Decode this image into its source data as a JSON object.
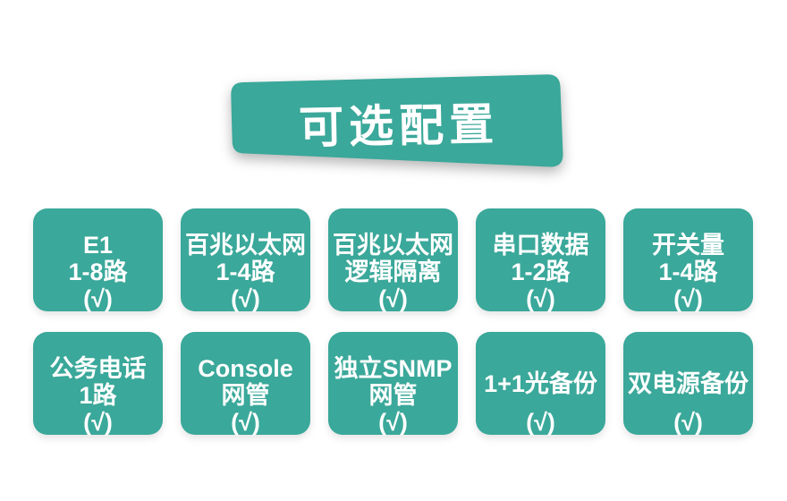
{
  "banner": {
    "title": "可选配置"
  },
  "theme": {
    "teal": "#3AA89A",
    "card_text": "#FFFFFF",
    "background": "#FFFFFF"
  },
  "cards": [
    {
      "id": "e1",
      "lines": [
        "E1",
        "1-8路",
        "(√)"
      ]
    },
    {
      "id": "fast-ethernet",
      "lines": [
        "百兆以太网",
        "1-4路",
        "(√)"
      ]
    },
    {
      "id": "fast-ethernet-isolation",
      "lines": [
        "百兆以太网",
        "逻辑隔离",
        "(√)"
      ]
    },
    {
      "id": "serial-data",
      "lines": [
        "串口数据",
        "1-2路",
        "(√)"
      ]
    },
    {
      "id": "switch-io",
      "lines": [
        "开关量",
        "1-4路",
        "(√)"
      ]
    },
    {
      "id": "service-phone",
      "lines": [
        "公务电话",
        "1路",
        "(√)"
      ]
    },
    {
      "id": "console-nms",
      "lines": [
        "Console",
        "网管",
        "(√)"
      ]
    },
    {
      "id": "snmp-nms",
      "lines": [
        "独立SNMP",
        "网管",
        "(√)"
      ]
    },
    {
      "id": "optical-backup",
      "lines": [
        "1+1光备份",
        "(√)"
      ]
    },
    {
      "id": "dual-power-backup",
      "lines": [
        "双电源备份",
        "(√)"
      ]
    }
  ]
}
